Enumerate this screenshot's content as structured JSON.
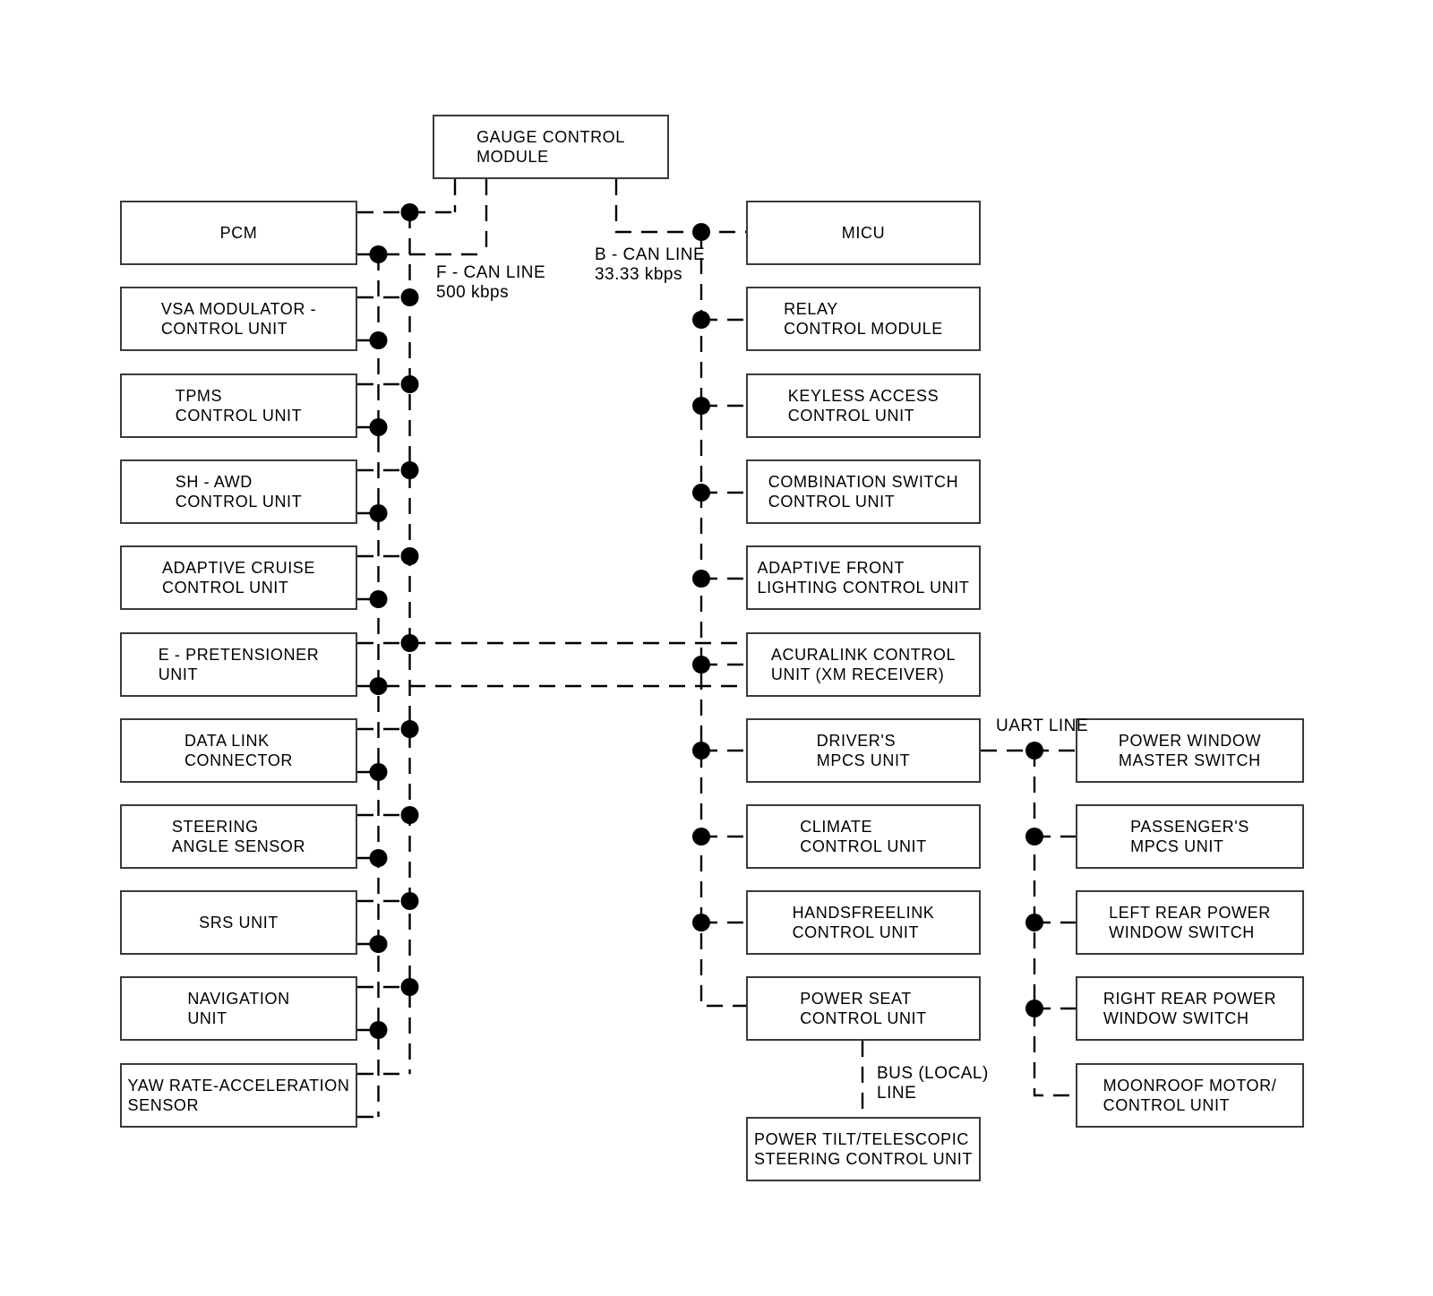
{
  "diagram": {
    "kind": "vehicle-network-wiring-diagram",
    "colors": {
      "line": "#000000",
      "box_border": "#3a3a3a",
      "background": "#ffffff"
    },
    "nodes": {
      "gauge_control_module": "GAUGE CONTROL\nMODULE",
      "f_can": [
        "PCM",
        "VSA MODULATOR -\nCONTROL UNIT",
        "TPMS\nCONTROL UNIT",
        "SH - AWD\nCONTROL UNIT",
        "ADAPTIVE CRUISE\nCONTROL UNIT",
        "E - PRETENSIONER\nUNIT",
        "DATA LINK\nCONNECTOR",
        "STEERING\nANGLE SENSOR",
        "SRS UNIT",
        "NAVIGATION\nUNIT",
        "YAW RATE-ACCELERATION\nSENSOR"
      ],
      "b_can": [
        "MICU",
        "RELAY\nCONTROL MODULE",
        "KEYLESS ACCESS\nCONTROL UNIT",
        "COMBINATION SWITCH\nCONTROL UNIT",
        "ADAPTIVE FRONT\nLIGHTING CONTROL UNIT",
        "ACURALINK CONTROL\nUNIT (XM RECEIVER)",
        "DRIVER'S\nMPCS UNIT",
        "CLIMATE\nCONTROL UNIT",
        "HANDSFREELINK\nCONTROL UNIT",
        "POWER SEAT\nCONTROL UNIT"
      ],
      "bus_local": [
        "POWER TILT/TELESCOPIC\nSTEERING CONTROL UNIT"
      ],
      "uart": [
        "POWER WINDOW\nMASTER SWITCH",
        "PASSENGER'S\nMPCS UNIT",
        "LEFT REAR POWER\nWINDOW SWITCH",
        "RIGHT REAR POWER\nWINDOW SWITCH",
        "MOONROOF MOTOR/\nCONTROL UNIT"
      ]
    },
    "labels": {
      "f_can": "F - CAN LINE\n500 kbps",
      "b_can": "B - CAN LINE\n33.33 kbps",
      "uart": "UART LINE",
      "bus_local": "BUS (LOCAL)\nLINE"
    }
  }
}
